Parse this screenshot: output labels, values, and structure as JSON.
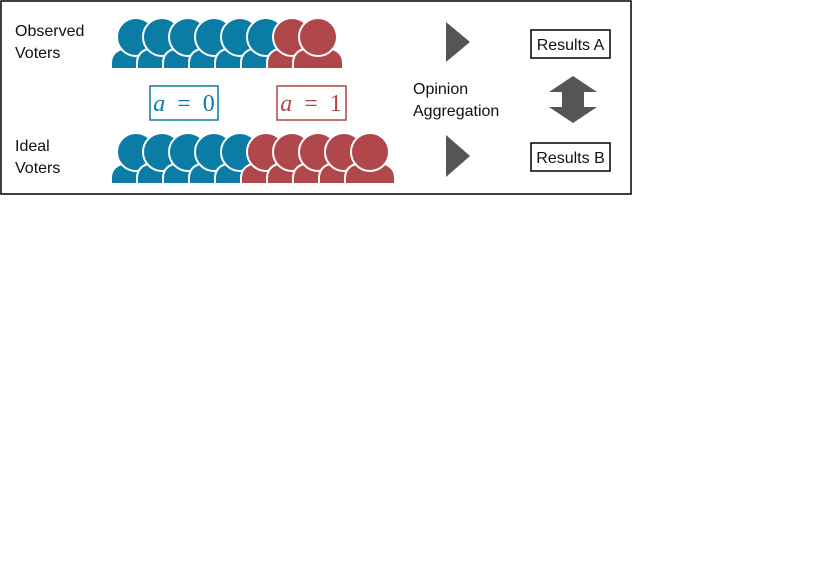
{
  "frame": {
    "border_color": "#000000"
  },
  "rows": {
    "observed": {
      "label_line1": "Observed",
      "label_line2": "Voters",
      "blue_count": 6,
      "red_count": 2
    },
    "ideal": {
      "label_line1": "Ideal",
      "label_line2": "Voters",
      "blue_count": 5,
      "red_count": 5
    }
  },
  "groups": {
    "a0": {
      "variable": "a",
      "operator": "=",
      "value": "0",
      "color": "#0a7ca6"
    },
    "a1": {
      "variable": "a",
      "operator": "=",
      "value": "1",
      "color": "#b0474a"
    }
  },
  "aggregation": {
    "line1": "Opinion",
    "line2": "Aggregation",
    "arrow_color": "#555555"
  },
  "results": {
    "a": "Results A",
    "b": "Results B"
  },
  "colors": {
    "blue": "#0a7ca6",
    "red": "#b0474a",
    "arrow": "#555555"
  },
  "icons": {
    "voter": "person-icon",
    "flow": "right-triangle-arrow-icon",
    "compare": "double-vertical-arrow-icon"
  }
}
